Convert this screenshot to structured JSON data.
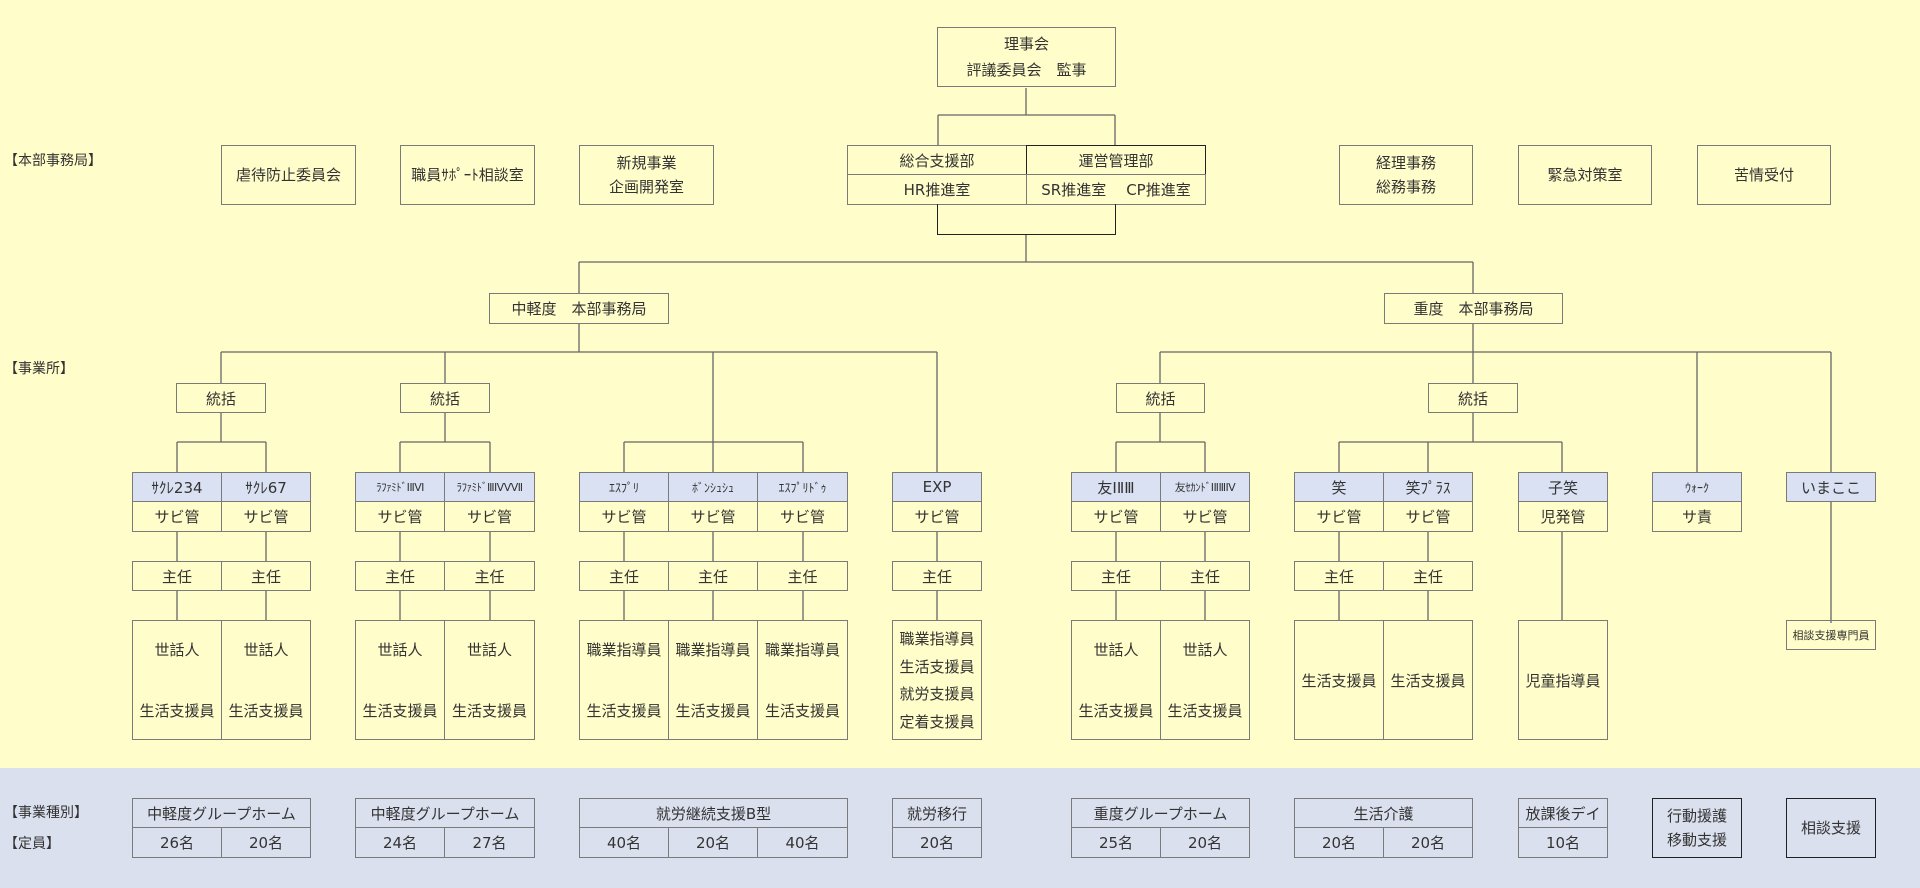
{
  "left_labels": {
    "headquarters": "【本部事務局】",
    "offices": "【事業所】",
    "business_type": "【事業種別】",
    "capacity": "【定員】"
  },
  "top": {
    "board_line1": "理事会",
    "board_line2": "評議委員会　監事",
    "abuse_committee": "虐待防止委員会",
    "staff_support": "職員ｻﾎﾟｰﾄ相談室",
    "new_business_line1": "新規事業",
    "new_business_line2": "企画開発室",
    "general_support": "総合支援部",
    "operations": "運営管理部",
    "hr": "HR推進室",
    "sr": "SR推進室",
    "cp": "CP推進室",
    "accounting_line1": "経理事務",
    "accounting_line2": "総務事務",
    "emergency": "緊急対策室",
    "complaints": "苦情受付"
  },
  "mid": {
    "light_hq": "中軽度　本部事務局",
    "heavy_hq": "重度　本部事務局",
    "supervisor": "統括"
  },
  "roles": {
    "sabikan": "サビ管",
    "shunin": "主任",
    "sewanin": "世話人",
    "seikatsu": "生活支援員",
    "shokugyo": "職業指導員",
    "shuro": "就労支援員",
    "teichaku": "定着支援員",
    "jihatsukan": "児発管",
    "jido": "児童指導員",
    "saseki": "サ責",
    "consult_specialist": "相談支援専門員"
  },
  "facilities": {
    "sakure234": "ｻｸﾚ234",
    "sakure67": "ｻｸﾚ67",
    "rafamido1": "ﾗﾌｧﾐﾄﾞⅠⅡⅥ",
    "rafamido2": "ﾗﾌｧﾐﾄﾞⅢⅣⅤⅦ",
    "esupuri": "ｴｽﾌﾟﾘ",
    "bonshusu": "ﾎﾞﾝｼｭｼｭ",
    "esupuridu": "ｴｽﾌﾟﾘﾄﾞｩ",
    "exp": "EXP",
    "tomo": "友ⅠⅡⅢ",
    "tomo_second": "友ｾｶﾝﾄﾞⅠⅡⅢⅣ",
    "emi": "笑",
    "emi_plus": "笑ﾌﾟﾗｽ",
    "koemi": "子笑",
    "walk": "ｳｫｰｸ",
    "imakoko": "いまここ"
  },
  "business_types": {
    "light_gh": "中軽度グループホーム",
    "b_type": "就労継続支援B型",
    "transition": "就労移行",
    "heavy_gh": "重度グループホーム",
    "life_care": "生活介護",
    "after_school": "放課後デイ",
    "behavior_line1": "行動援護",
    "behavior_line2": "移動支援",
    "consultation": "相談支援"
  },
  "capacities": {
    "sakure234": "26名",
    "sakure67": "20名",
    "rafamido1": "24名",
    "rafamido2": "27名",
    "esupuri": "40名",
    "bonshusu": "20名",
    "esupuridu": "40名",
    "exp": "20名",
    "tomo": "25名",
    "tomo_second": "20名",
    "emi": "20名",
    "emi_plus": "20名",
    "koemi": "10名"
  },
  "colors": {
    "background": "#fffdc9",
    "bottom_band": "#dbe0ee",
    "facility_header": "#d9e1f2"
  }
}
